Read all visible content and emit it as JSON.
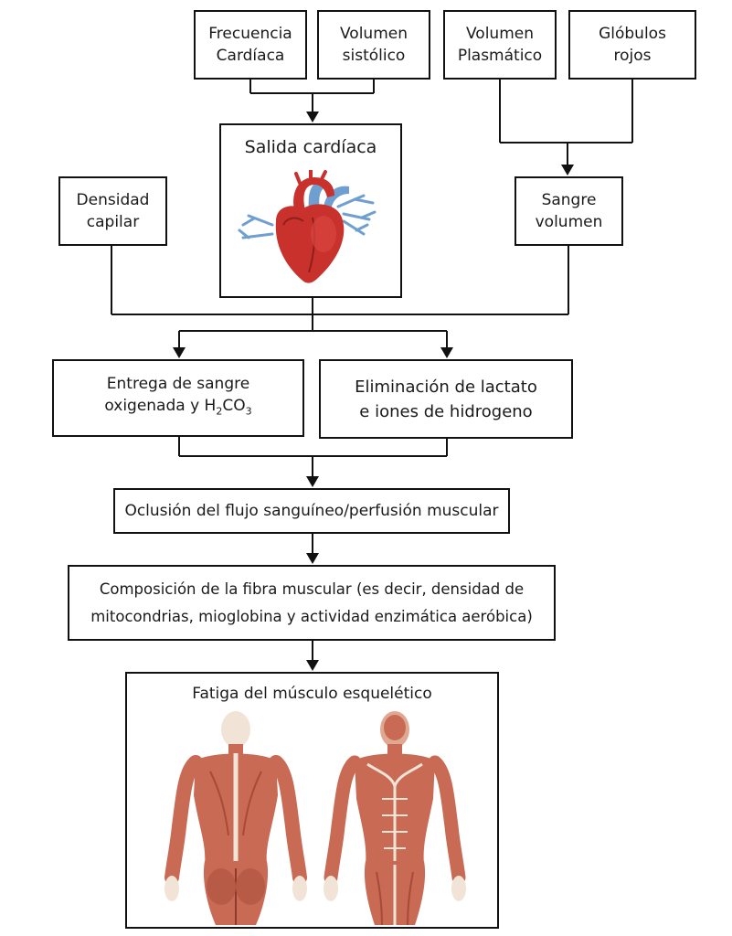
{
  "boxes": {
    "heart_rate": "Frecuencia\nCardíaca",
    "stroke_volume": "Volumen\nsistólico",
    "plasma_volume": "Volumen\nPlasmático",
    "red_cells": "Glóbulos\nrojos",
    "cardiac_output": "Salida cardíaca",
    "capillary_density": "Densidad\ncapilar",
    "blood_volume": "Sangre\nvolumen",
    "delivery_line1": "Entrega de sangre",
    "delivery_line2_prefix": "oxigenada y H",
    "delivery_sub1": "2",
    "delivery_mid": "CO",
    "delivery_sub2": "3",
    "removal": "Eliminación de lactato\ne iones de hidrogeno",
    "occlusion": "Oclusión del flujo sanguíneo/perfusión muscular",
    "composition": "Composición de la fibra muscular (es decir, densidad de\nmitocondrias, mioglobina y actividad enzimática aeróbica)",
    "fatigue": "Fatiga del músculo esquelético"
  },
  "colors": {
    "heart_red": "#c8312c",
    "vessel_blue": "#6f9fd0",
    "muscle": "#c96a55",
    "tendon": "#f1e4d6",
    "line": "#111111"
  },
  "icons": [
    "heart-illustration",
    "muscle-figure-back",
    "muscle-figure-front"
  ]
}
